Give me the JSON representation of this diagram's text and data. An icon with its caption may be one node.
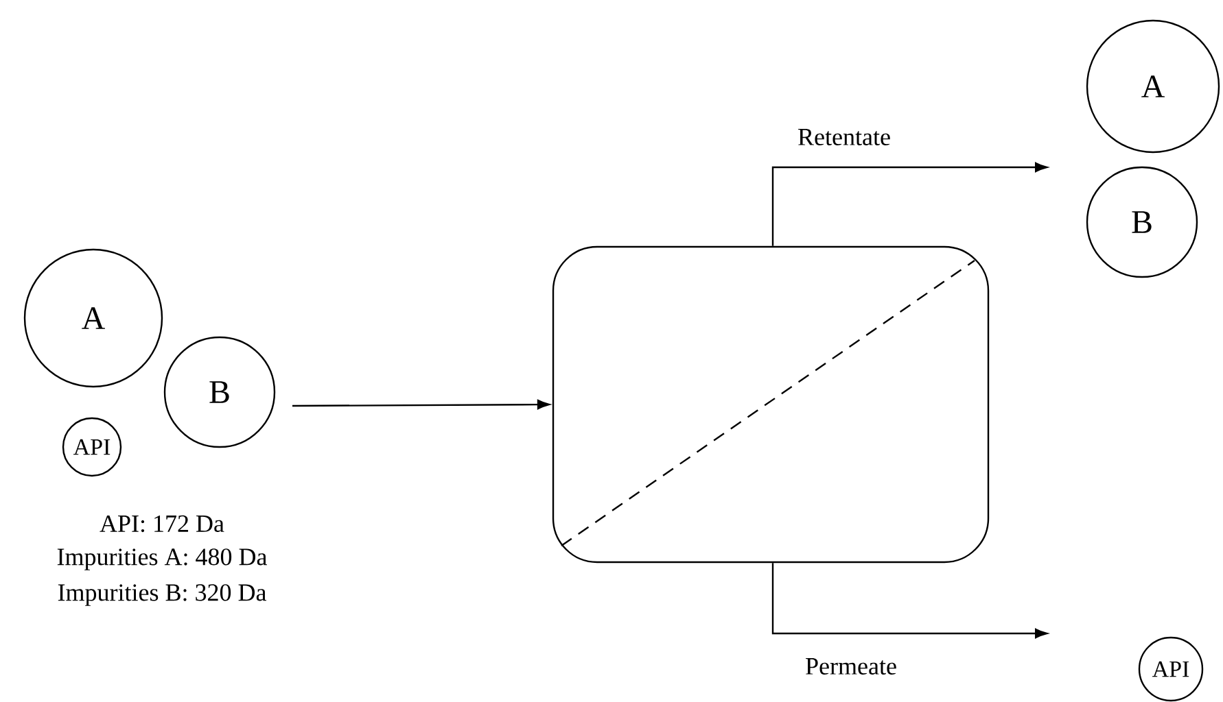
{
  "diagram": {
    "nodes": [
      {
        "text": [
          "A"
        ]
      },
      {
        "text": [
          "B"
        ]
      },
      {
        "text": [
          "API"
        ]
      },
      {
        "text": [],
        "shape": "box"
      },
      {
        "text": [
          "A"
        ]
      },
      {
        "text": [
          "B"
        ]
      },
      {
        "text": [
          "API"
        ]
      }
    ],
    "edges": [
      {
        "from": null,
        "to": 3,
        "arrow": "to"
      },
      {
        "from": 3,
        "to": null,
        "arrow": "to",
        "label": "Retentate"
      },
      {
        "from": 3,
        "to": null,
        "arrow": "to",
        "label": "Permeate"
      }
    ],
    "labels": [
      "API: 172 Da",
      "Impurities A: 480 Da",
      "Impurities B: 320 Da"
    ]
  }
}
